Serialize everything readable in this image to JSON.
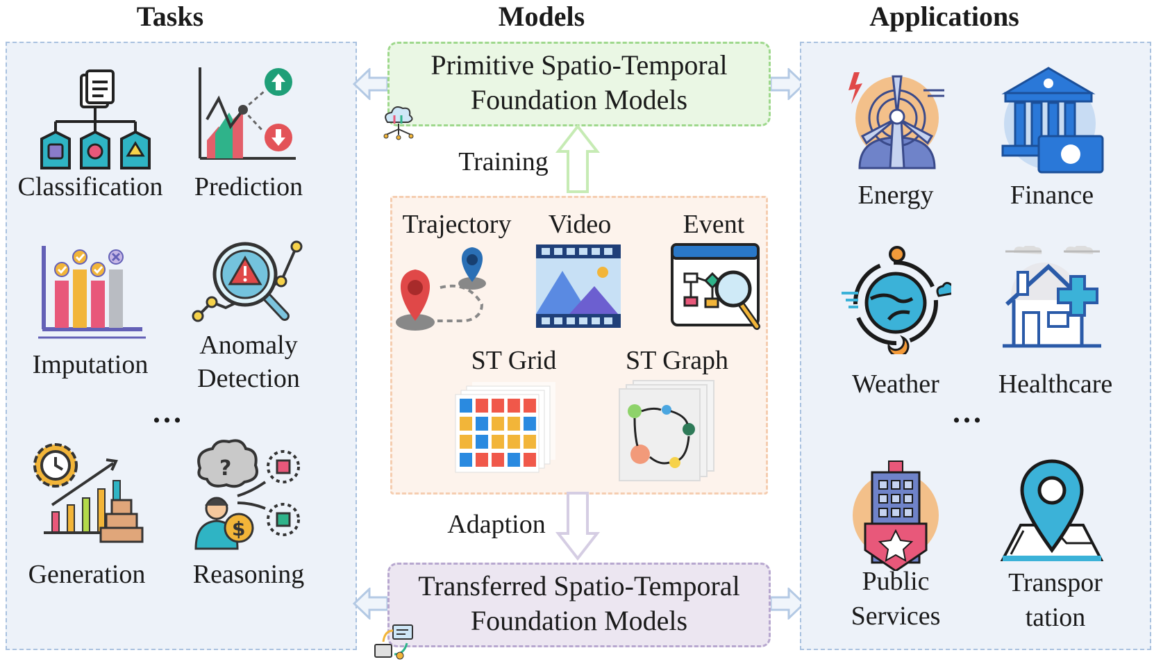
{
  "headers": {
    "tasks": "Tasks",
    "models": "Models",
    "applications": "Applications"
  },
  "tasks": {
    "classification": "Classification",
    "prediction": "Prediction",
    "imputation": "Imputation",
    "anomaly_line1": "Anomaly",
    "anomaly_line2": "Detection",
    "ellipsis": "...",
    "generation": "Generation",
    "reasoning": "Reasoning"
  },
  "models": {
    "primitive_line1": "Primitive Spatio-Temporal",
    "primitive_line2": "Foundation Models",
    "training": "Training",
    "adaption": "Adaption",
    "transferred_line1": "Transferred Spatio-Temporal",
    "transferred_line2": "Foundation Models",
    "data_types": {
      "trajectory": "Trajectory",
      "video": "Video",
      "event": "Event",
      "st_grid": "ST Grid",
      "st_graph": "ST Graph"
    }
  },
  "applications": {
    "energy": "Energy",
    "finance": "Finance",
    "weather": "Weather",
    "healthcare": "Healthcare",
    "ellipsis": "...",
    "public_line1": "Public",
    "public_line2": "Services",
    "transport_line1": "Transpor",
    "transport_line2": "tation"
  },
  "colors": {
    "panel_bg": "#edf2f9",
    "panel_border": "#a9c1df",
    "primitive_bg": "#eaf7e4",
    "primitive_border": "#9ed88c",
    "transferred_bg": "#ece6f1",
    "transferred_border": "#b7a7cf",
    "data_bg": "#fdf3ec",
    "data_border": "#f5cdb0"
  }
}
